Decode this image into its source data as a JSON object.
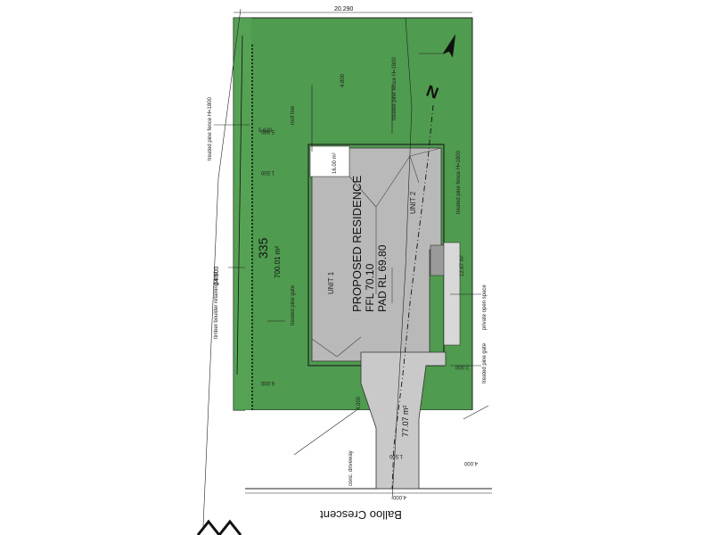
{
  "colors": {
    "lot_fill": "#4f9b4f",
    "lot_fill_light": "#5fab5f",
    "house_fill": "#b9b9b9",
    "driveway_fill": "#c9c9c9",
    "line": "#222222"
  },
  "lot": {
    "number": "335",
    "area": "700.01 m²",
    "frontage": "20.290",
    "depth": "34.500"
  },
  "residence": {
    "title": "PROPOSED RESIDENCE",
    "ffl": "FFL 70.10",
    "pad": "PAD RL 69.80"
  },
  "units": {
    "unit1": "UNIT 1",
    "unit2": "UNIT 2"
  },
  "areas": {
    "courtyard": "16.00 m²",
    "driveway": "77.07 m²",
    "pos": "12.67 m²"
  },
  "annotations": {
    "fence_left": "treated pine fence H=1800",
    "boulder_wall": "timber boulder retaining wall",
    "treated_gate": "treated pine gate",
    "pos_label": "private open space",
    "gate_right": "treated pine gate",
    "fence_right": "treated pine fence H=1800",
    "drive_label": "conc. driveway",
    "roof_right": "roof line",
    "pos_fence": "treated pine fence H=1800",
    "balloo": "Balloo Crescent"
  },
  "dimensions": {
    "d1": "5.980",
    "d2": "2.000",
    "d3": "4.000",
    "d4": "4.000",
    "d5": "1.500",
    "d6": "6.000",
    "d7": "1.500",
    "d8": "5.620",
    "d9": "4.000",
    "d10": "4.800"
  },
  "icons": {
    "north": "north-arrow-icon"
  }
}
